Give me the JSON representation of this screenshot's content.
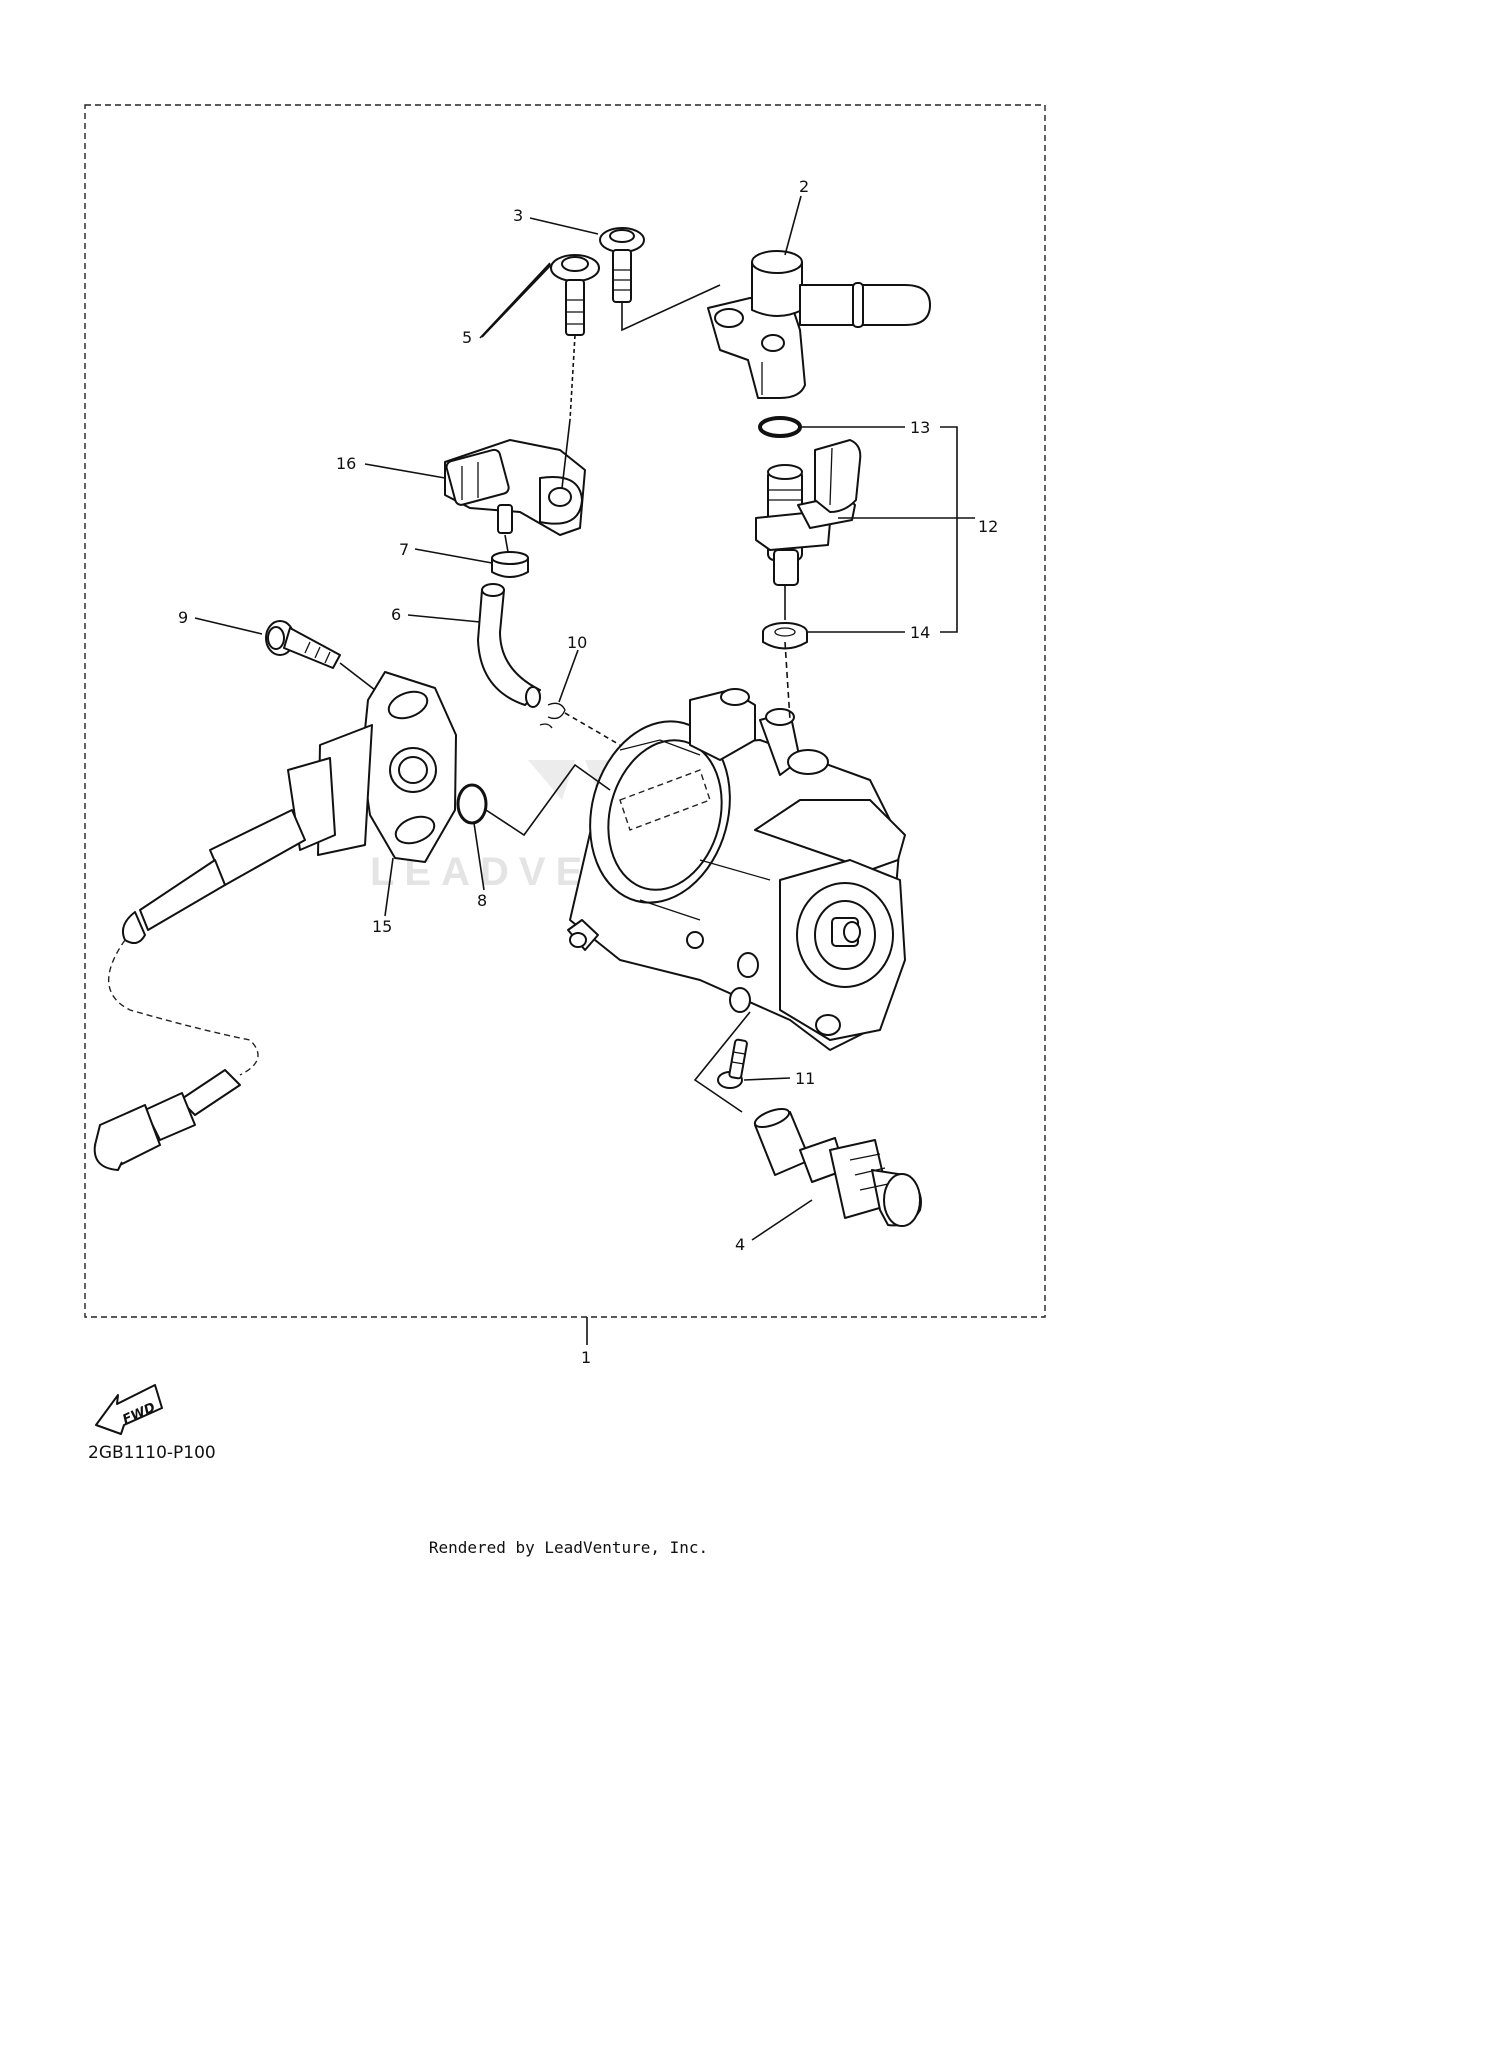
{
  "diagram": {
    "callouts": [
      {
        "id": "c1",
        "label": "1"
      },
      {
        "id": "c2",
        "label": "2"
      },
      {
        "id": "c3",
        "label": "3"
      },
      {
        "id": "c4",
        "label": "4"
      },
      {
        "id": "c5",
        "label": "5"
      },
      {
        "id": "c6",
        "label": "6"
      },
      {
        "id": "c7",
        "label": "7"
      },
      {
        "id": "c8",
        "label": "8"
      },
      {
        "id": "c9",
        "label": "9"
      },
      {
        "id": "c10",
        "label": "10"
      },
      {
        "id": "c11",
        "label": "11"
      },
      {
        "id": "c12",
        "label": "12"
      },
      {
        "id": "c13",
        "label": "13"
      },
      {
        "id": "c14",
        "label": "14"
      },
      {
        "id": "c15",
        "label": "15"
      },
      {
        "id": "c16",
        "label": "16"
      }
    ],
    "fwd_badge": "FWD",
    "diagram_code": "2GB1110-P100",
    "watermark": "LEADVENTURE",
    "credit": "Rendered by LeadVenture, Inc."
  }
}
